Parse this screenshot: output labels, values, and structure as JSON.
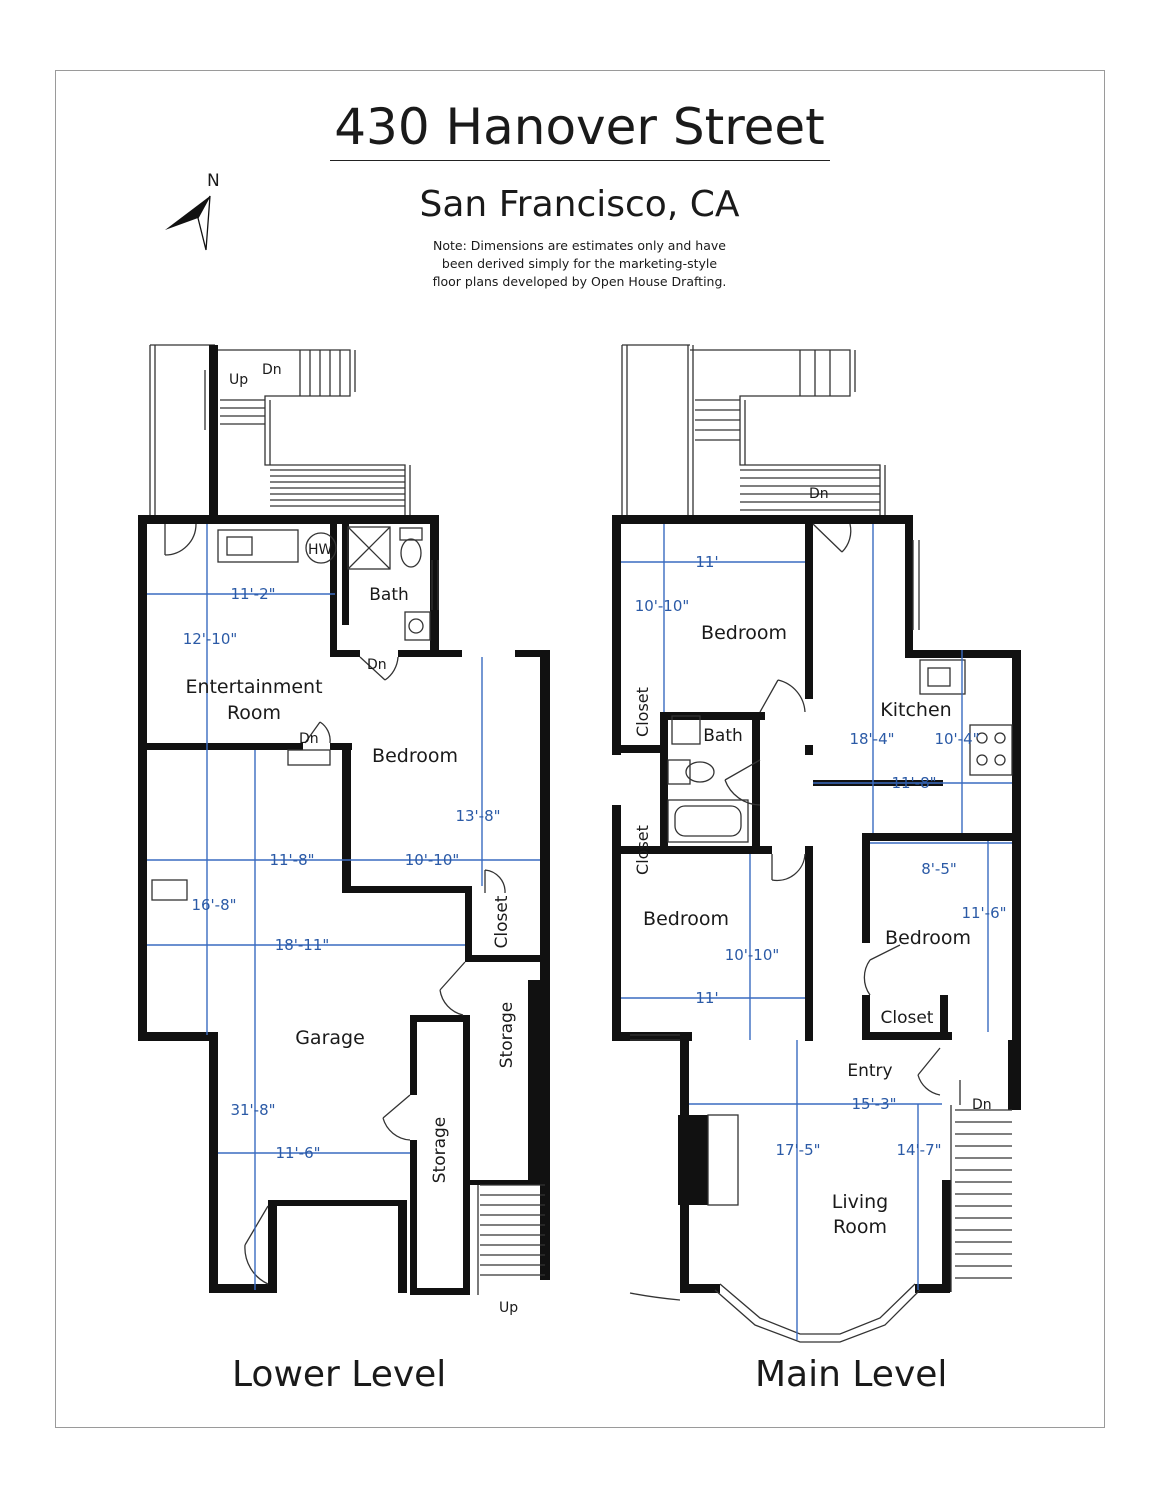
{
  "header": {
    "title": "430 Hanover Street",
    "subtitle": "San Francisco, CA",
    "note_lines": [
      "Note: Dimensions are estimates only and have",
      "been derived simply for the marketing-style",
      "floor plans developed by Open House Drafting."
    ],
    "compass_label": "N"
  },
  "lower_level": {
    "label": "Lower Level",
    "rooms": {
      "entertainment_line1": "Entertainment",
      "entertainment_line2": "Room",
      "bath": "Bath",
      "bedroom": "Bedroom",
      "garage": "Garage",
      "closet": "Closet",
      "storage_a": "Storage",
      "storage_b": "Storage",
      "hw": "HW"
    },
    "stairs": {
      "up_top": "Up",
      "dn_top": "Dn",
      "dn_bath": "Dn",
      "dn_ent": "Dn",
      "up_bottom": "Up"
    },
    "dimensions": {
      "ent_width": "11'-2\"",
      "ent_height": "12'-10\"",
      "bed_height": "13'-8\"",
      "garage_width_top": "11'-8\"",
      "bed_width": "10'-10\"",
      "garage_height_a": "16'-8\"",
      "garage_width_b": "18'-11\"",
      "garage_height_b": "31'-8\"",
      "garage_width_c": "11'-6\""
    }
  },
  "main_level": {
    "label": "Main Level",
    "rooms": {
      "bedroom_top": "Bedroom",
      "closet_top": "Closet",
      "bath": "Bath",
      "kitchen": "Kitchen",
      "closet_mid": "Closet",
      "bedroom_mid": "Bedroom",
      "bedroom_right": "Bedroom",
      "closet_right": "Closet",
      "entry": "Entry",
      "living_line1": "Living",
      "living_line2": "Room"
    },
    "stairs": {
      "dn_top": "Dn",
      "dn_right": "Dn"
    },
    "dimensions": {
      "bed_top_width": "11'",
      "bed_top_height": "10'-10\"",
      "kitchen_height": "18'-4\"",
      "kitchen_width_small": "10'-4\"",
      "kitchen_width": "11'-8\"",
      "bed_right_width": "8'-5\"",
      "bed_right_height": "11'-6\"",
      "bed_mid_height": "10'-10\"",
      "bed_mid_width": "11'",
      "living_width": "15'-3\"",
      "living_height_a": "17'-5\"",
      "living_height_b": "14'-7\""
    }
  }
}
